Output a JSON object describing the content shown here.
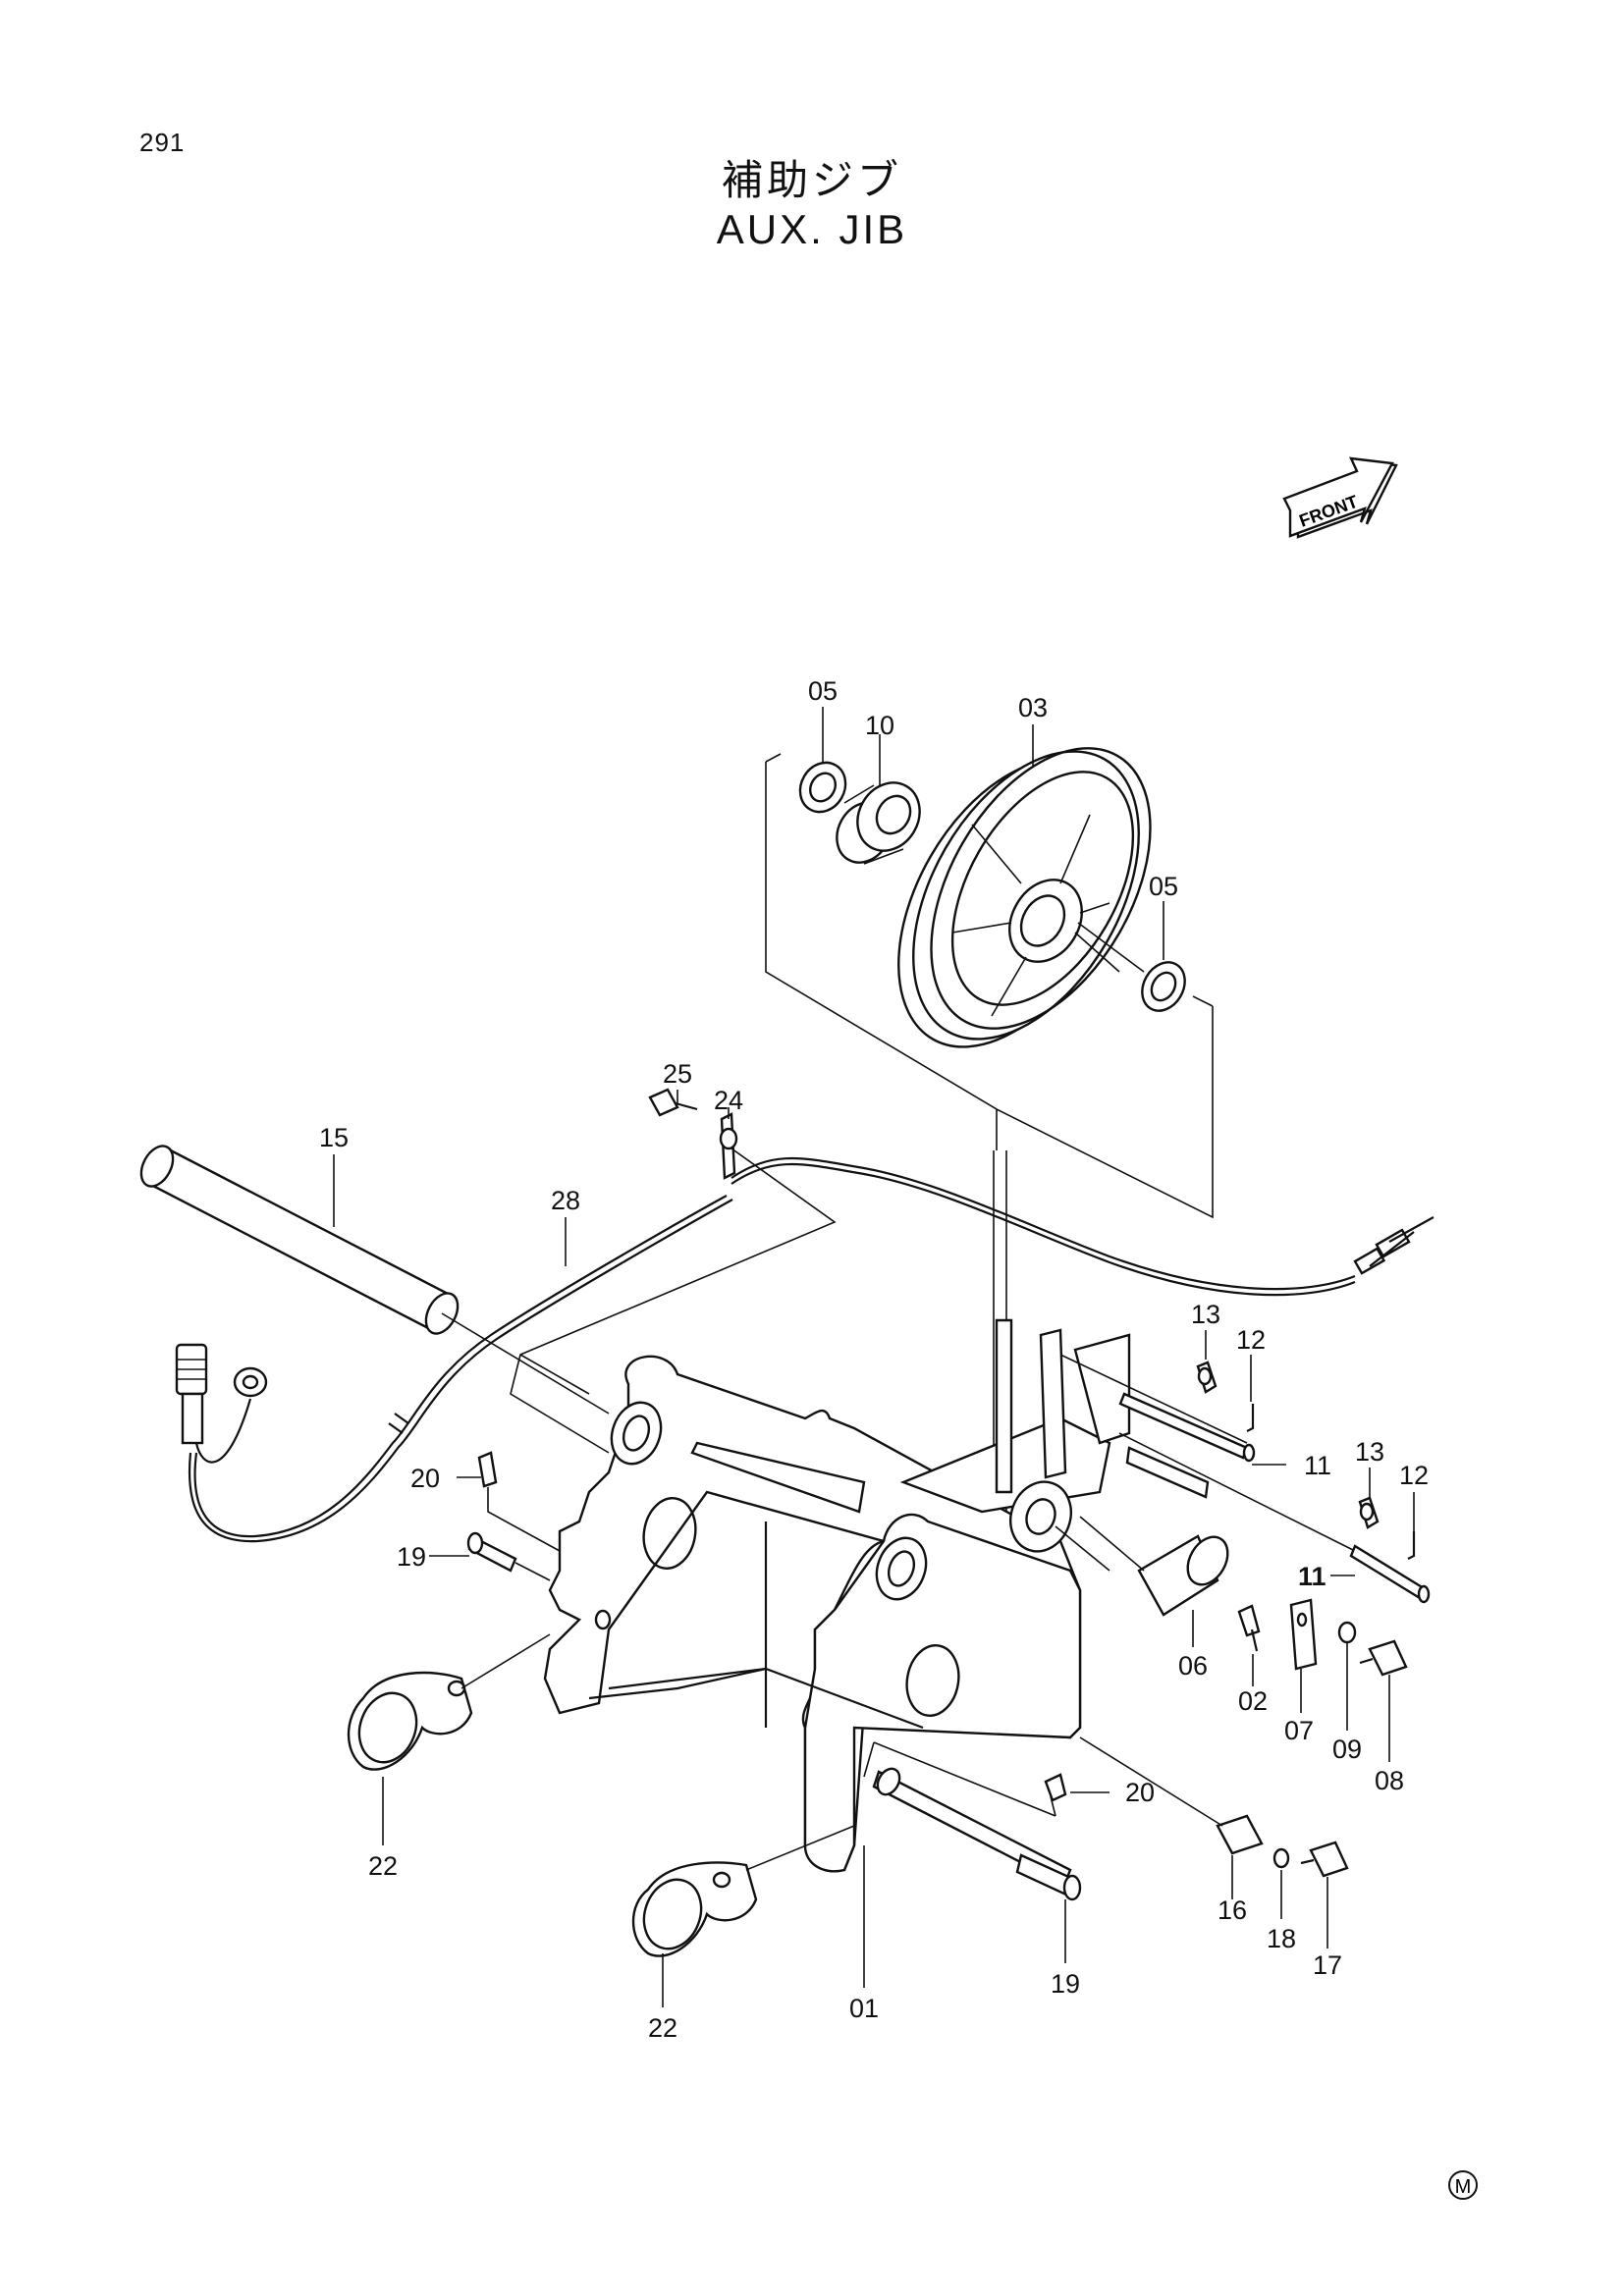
{
  "header": {
    "page_number": "291",
    "title_jp": "補助ジブ",
    "title_en": "AUX. JIB"
  },
  "front_arrow": {
    "label": "FRONT"
  },
  "callouts": [
    {
      "id": "c-05a",
      "label": "05"
    },
    {
      "id": "c-10",
      "label": "10"
    },
    {
      "id": "c-03",
      "label": "03"
    },
    {
      "id": "c-05b",
      "label": "05"
    },
    {
      "id": "c-25",
      "label": "25"
    },
    {
      "id": "c-24",
      "label": "24"
    },
    {
      "id": "c-15",
      "label": "15"
    },
    {
      "id": "c-28",
      "label": "28"
    },
    {
      "id": "c-13a",
      "label": "13"
    },
    {
      "id": "c-12a",
      "label": "12"
    },
    {
      "id": "c-11a",
      "label": "11"
    },
    {
      "id": "c-13b",
      "label": "13"
    },
    {
      "id": "c-12b",
      "label": "12"
    },
    {
      "id": "c-11b",
      "label": "11"
    },
    {
      "id": "c-20a",
      "label": "20"
    },
    {
      "id": "c-19a",
      "label": "19"
    },
    {
      "id": "c-06",
      "label": "06"
    },
    {
      "id": "c-02",
      "label": "02"
    },
    {
      "id": "c-07",
      "label": "07"
    },
    {
      "id": "c-09",
      "label": "09"
    },
    {
      "id": "c-08",
      "label": "08"
    },
    {
      "id": "c-20b",
      "label": "20"
    },
    {
      "id": "c-22a",
      "label": "22"
    },
    {
      "id": "c-16",
      "label": "16"
    },
    {
      "id": "c-18",
      "label": "18"
    },
    {
      "id": "c-17",
      "label": "17"
    },
    {
      "id": "c-19b",
      "label": "19"
    },
    {
      "id": "c-01",
      "label": "01"
    },
    {
      "id": "c-22b",
      "label": "22"
    }
  ],
  "footer": {
    "mark": "M"
  }
}
